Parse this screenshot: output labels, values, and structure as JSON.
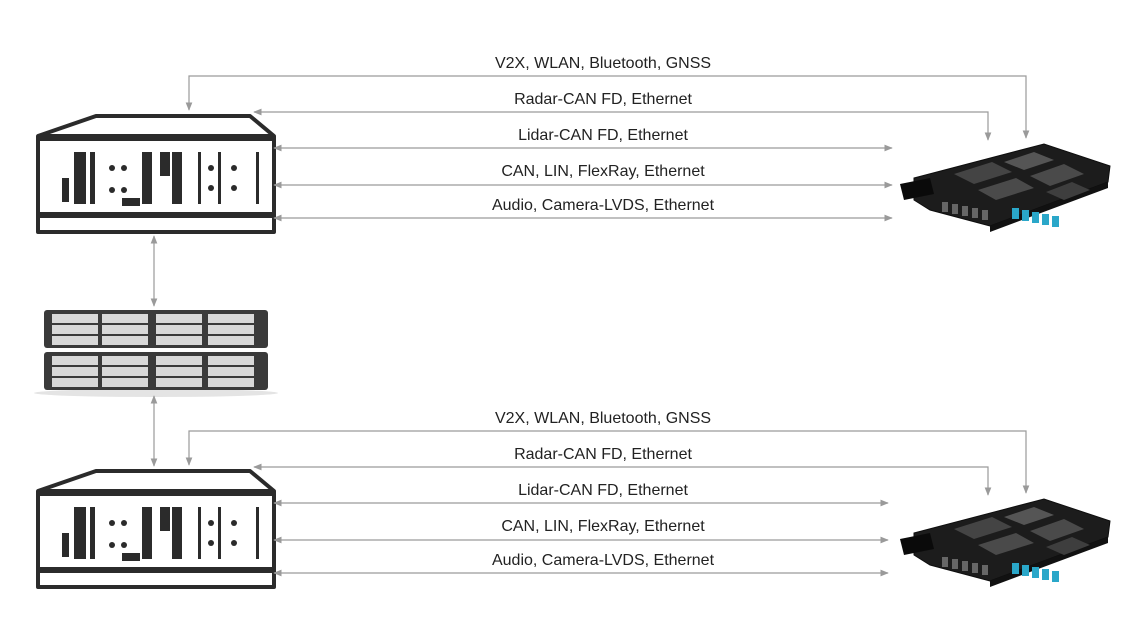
{
  "colors": {
    "line": "#9a9a9a",
    "device": "#2b2b2b",
    "board": "#1c1c1c",
    "connector": "#2aa7c9",
    "storage": "#3a3a3a"
  },
  "diagram": {
    "groups": [
      {
        "name": "top",
        "labels": {
          "v2x": "V2X, WLAN, Bluetooth, GNSS",
          "radar": "Radar-CAN FD, Ethernet",
          "lidar": "Lidar-CAN FD, Ethernet",
          "can": "CAN, LIN, FlexRay, Ethernet",
          "audio": "Audio, Camera-LVDS, Ethernet"
        }
      },
      {
        "name": "bottom",
        "labels": {
          "v2x": "V2X, WLAN, Bluetooth, GNSS",
          "radar": "Radar-CAN FD, Ethernet",
          "lidar": "Lidar-CAN FD, Ethernet",
          "can": "CAN, LIN, FlexRay, Ethernet",
          "audio": "Audio, Camera-LVDS, Ethernet"
        }
      }
    ],
    "icons": {
      "logger": "data-logger-icon",
      "board": "ecu-board-icon",
      "storage": "storage-array-icon"
    }
  }
}
